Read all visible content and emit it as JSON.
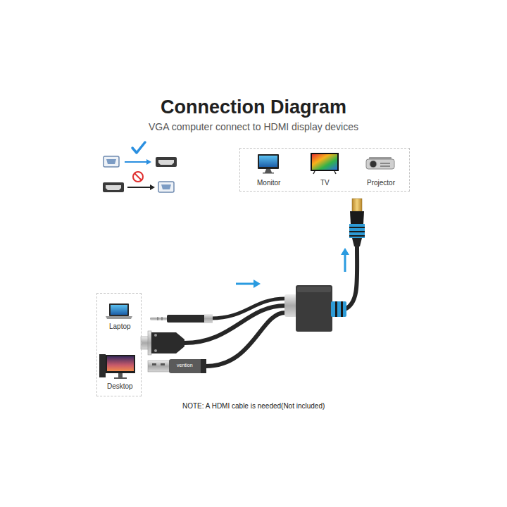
{
  "diagram": {
    "title": "Connection Diagram",
    "nodes": [
      {
        "text": [
          "Monitor",
          "TV",
          "Projector"
        ]
      },
      {
        "text": [
          "Laptop",
          "Desktop"
        ]
      }
    ],
    "labels": [
      "VGA computer connect to HDMI display devices",
      "vention",
      "NOTE: A HDMI cable is needed(Not included)"
    ]
  }
}
